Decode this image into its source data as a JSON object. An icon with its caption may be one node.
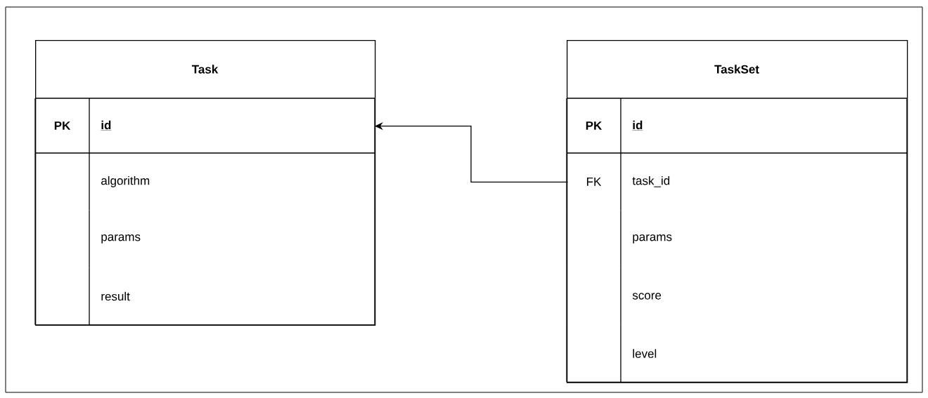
{
  "diagram": {
    "nodes": [
      {
        "text": [
          "Task"
        ]
      },
      {
        "text": [
          "PK",
          "id"
        ],
        "in": 0
      },
      {
        "text": [
          "algorithm"
        ],
        "in": 0
      },
      {
        "text": [
          "params"
        ],
        "in": 0
      },
      {
        "text": [
          "result"
        ],
        "in": 0
      },
      {
        "text": [
          "TaskSet"
        ]
      },
      {
        "text": [
          "PK",
          "id"
        ],
        "in": 5
      },
      {
        "text": [
          "FK",
          "task_id"
        ],
        "in": 5
      },
      {
        "text": [
          "params"
        ],
        "in": 5
      },
      {
        "text": [
          "score"
        ],
        "in": 5
      },
      {
        "text": [
          "level"
        ],
        "in": 5
      }
    ],
    "edges": [
      {
        "from": 7,
        "to": 1,
        "arrow": "to"
      }
    ]
  }
}
